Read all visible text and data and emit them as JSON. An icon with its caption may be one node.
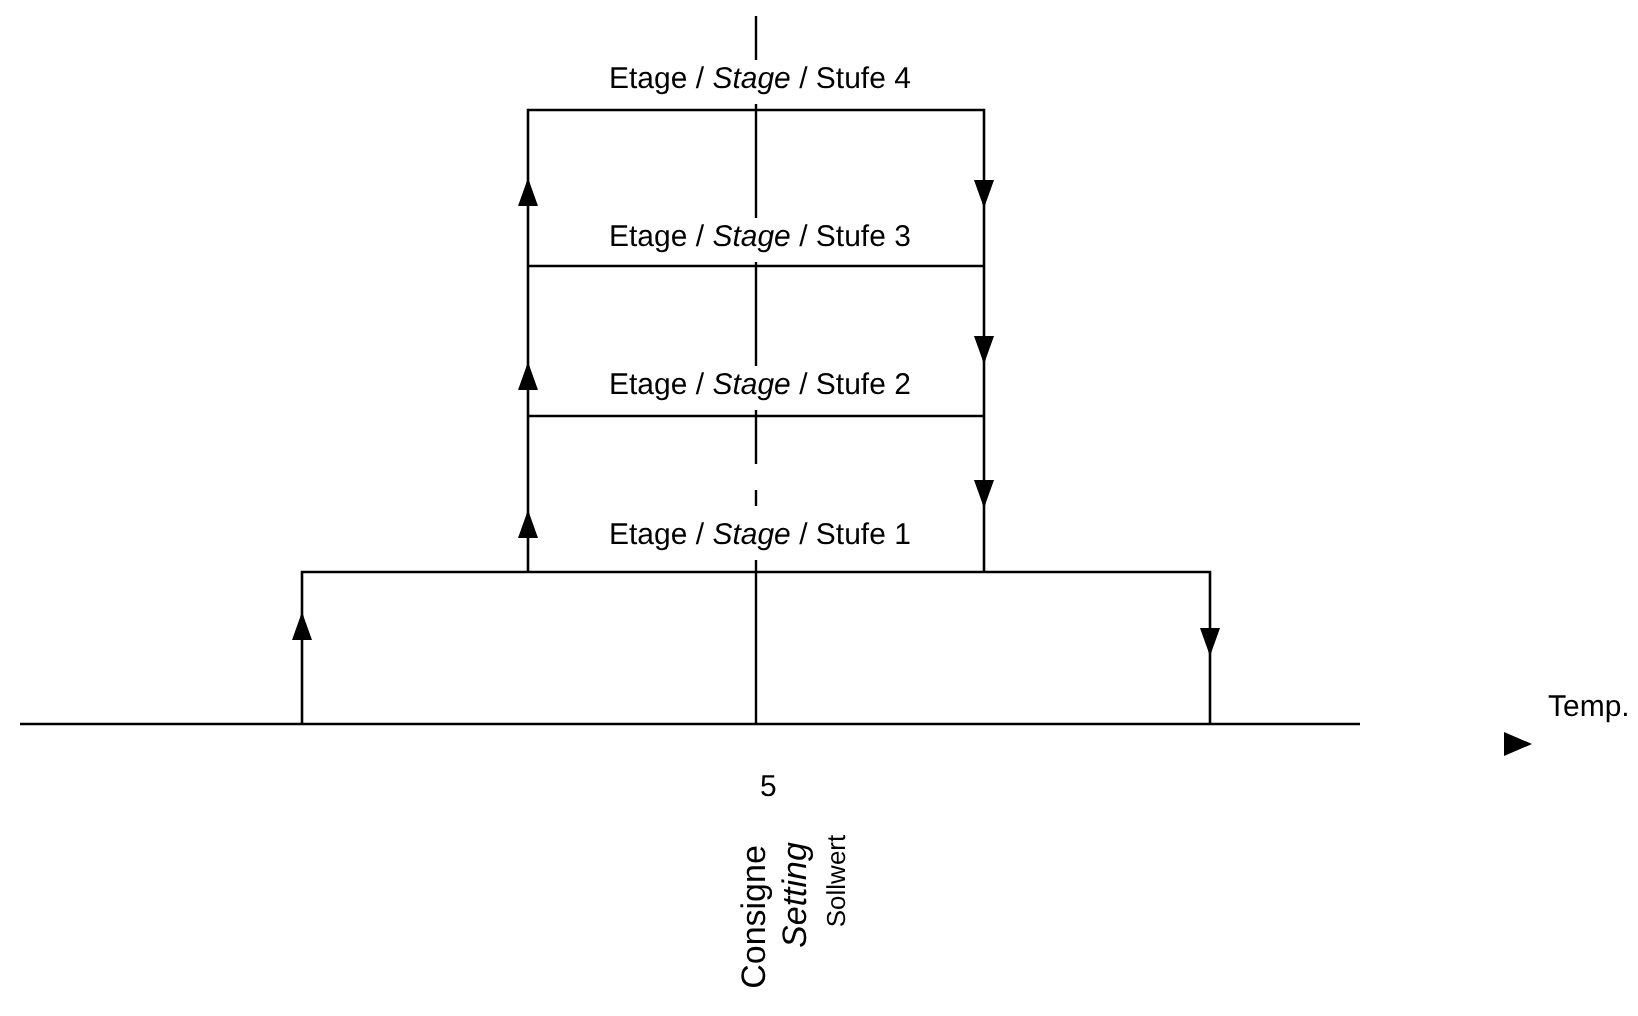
{
  "diagram": {
    "labels": [
      "Etage / *Stage* / Stufe 4",
      "Etage / *Stage* / Stufe 3",
      "Etage / *Stage* / Stufe 2",
      "Etage / *Stage* / Stufe 1",
      "Temp.",
      "5",
      "Consigne",
      "Setting",
      "Sollwert"
    ]
  }
}
